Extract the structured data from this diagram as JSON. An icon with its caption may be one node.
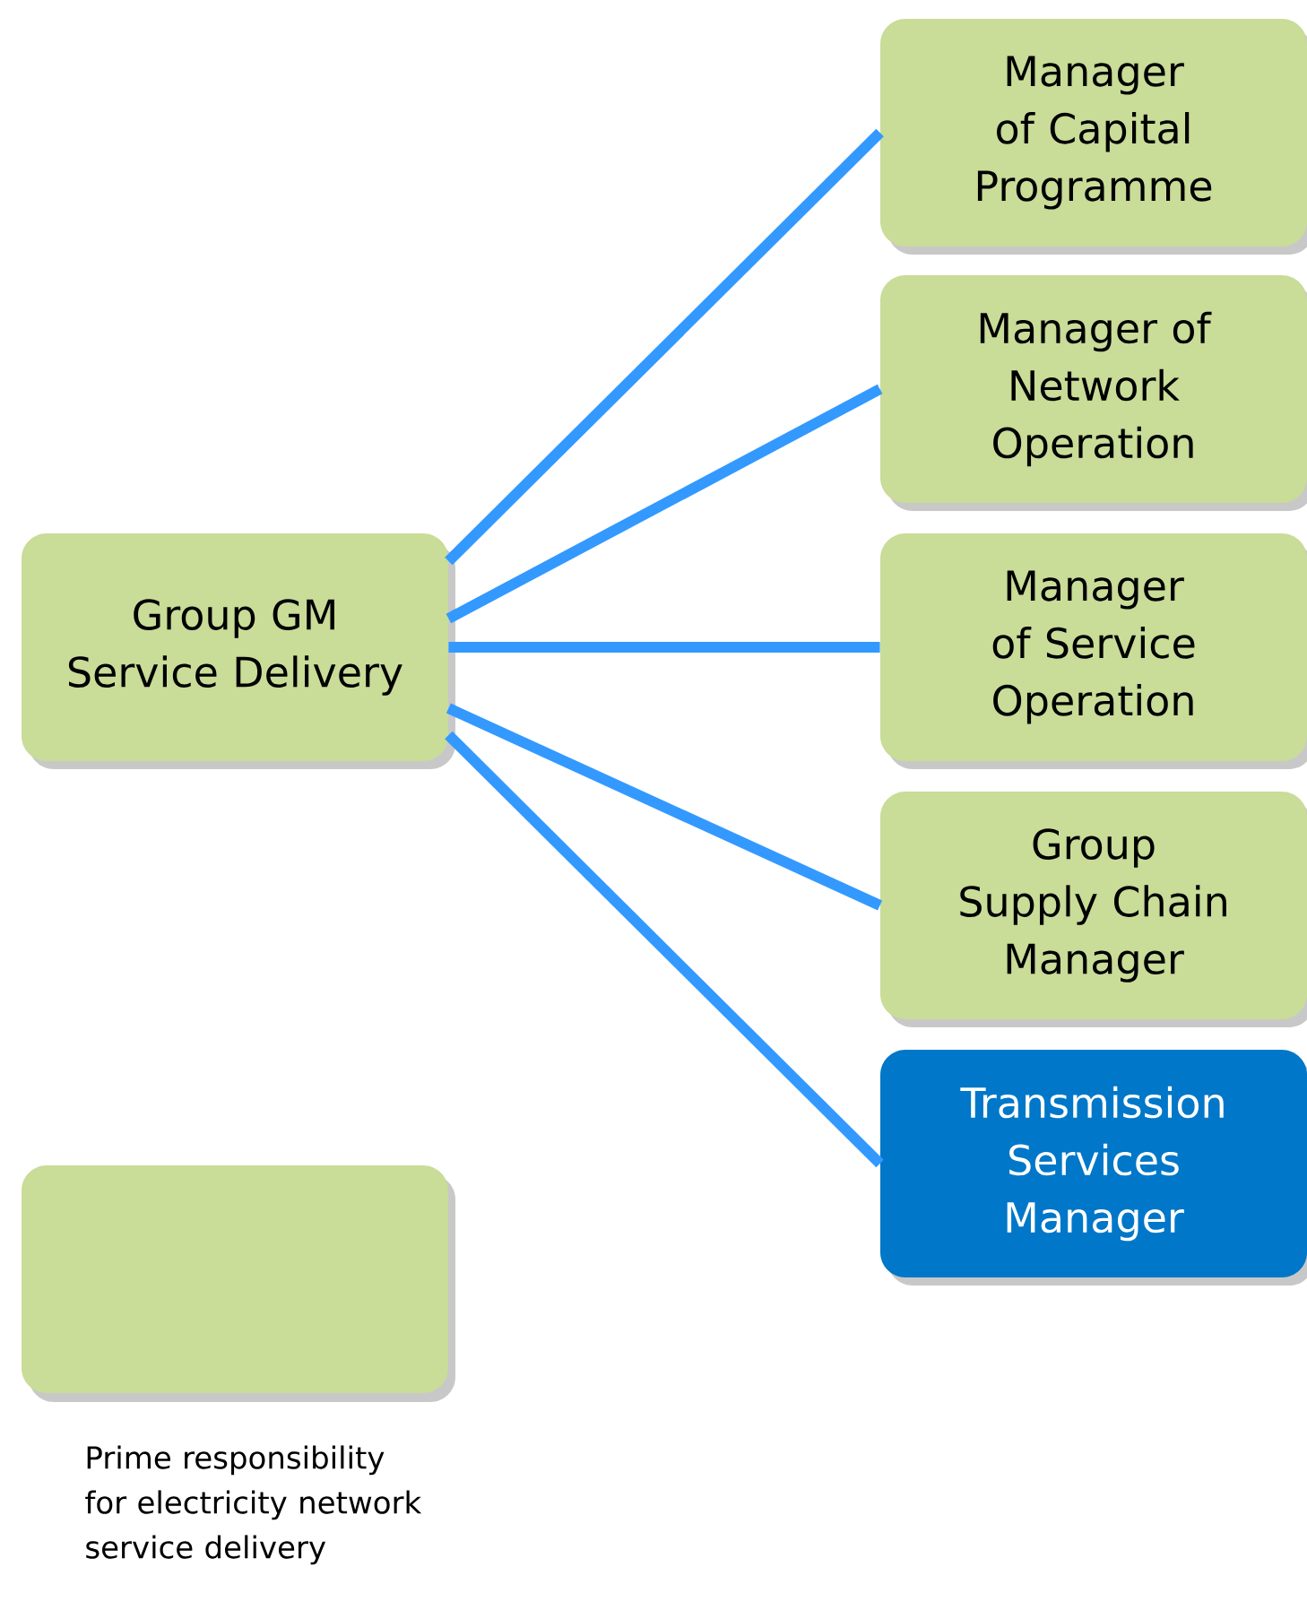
{
  "diagram": {
    "nodes": [
      {
        "text": [
          "Group GM Service Delivery"
        ]
      },
      {
        "text": [
          "Manager of Capital Programme"
        ]
      },
      {
        "text": [
          "Manager of Network Operation"
        ]
      },
      {
        "text": [
          "Manager of Service Operation"
        ]
      },
      {
        "text": [
          "Group Supply Chain Manager"
        ]
      },
      {
        "text": [
          "Transmission Services Manager"
        ]
      }
    ],
    "edges": [
      {
        "from": 0,
        "to": 1,
        "arrow": "none"
      },
      {
        "from": 0,
        "to": 2,
        "arrow": "none"
      },
      {
        "from": 0,
        "to": 3,
        "arrow": "none"
      },
      {
        "from": 0,
        "to": 4,
        "arrow": "none"
      },
      {
        "from": 0,
        "to": 5,
        "arrow": "none"
      }
    ],
    "legend": [
      {
        "text": "Prime responsibility for electricity network service delivery",
        "color": "#c9dc98"
      }
    ]
  }
}
